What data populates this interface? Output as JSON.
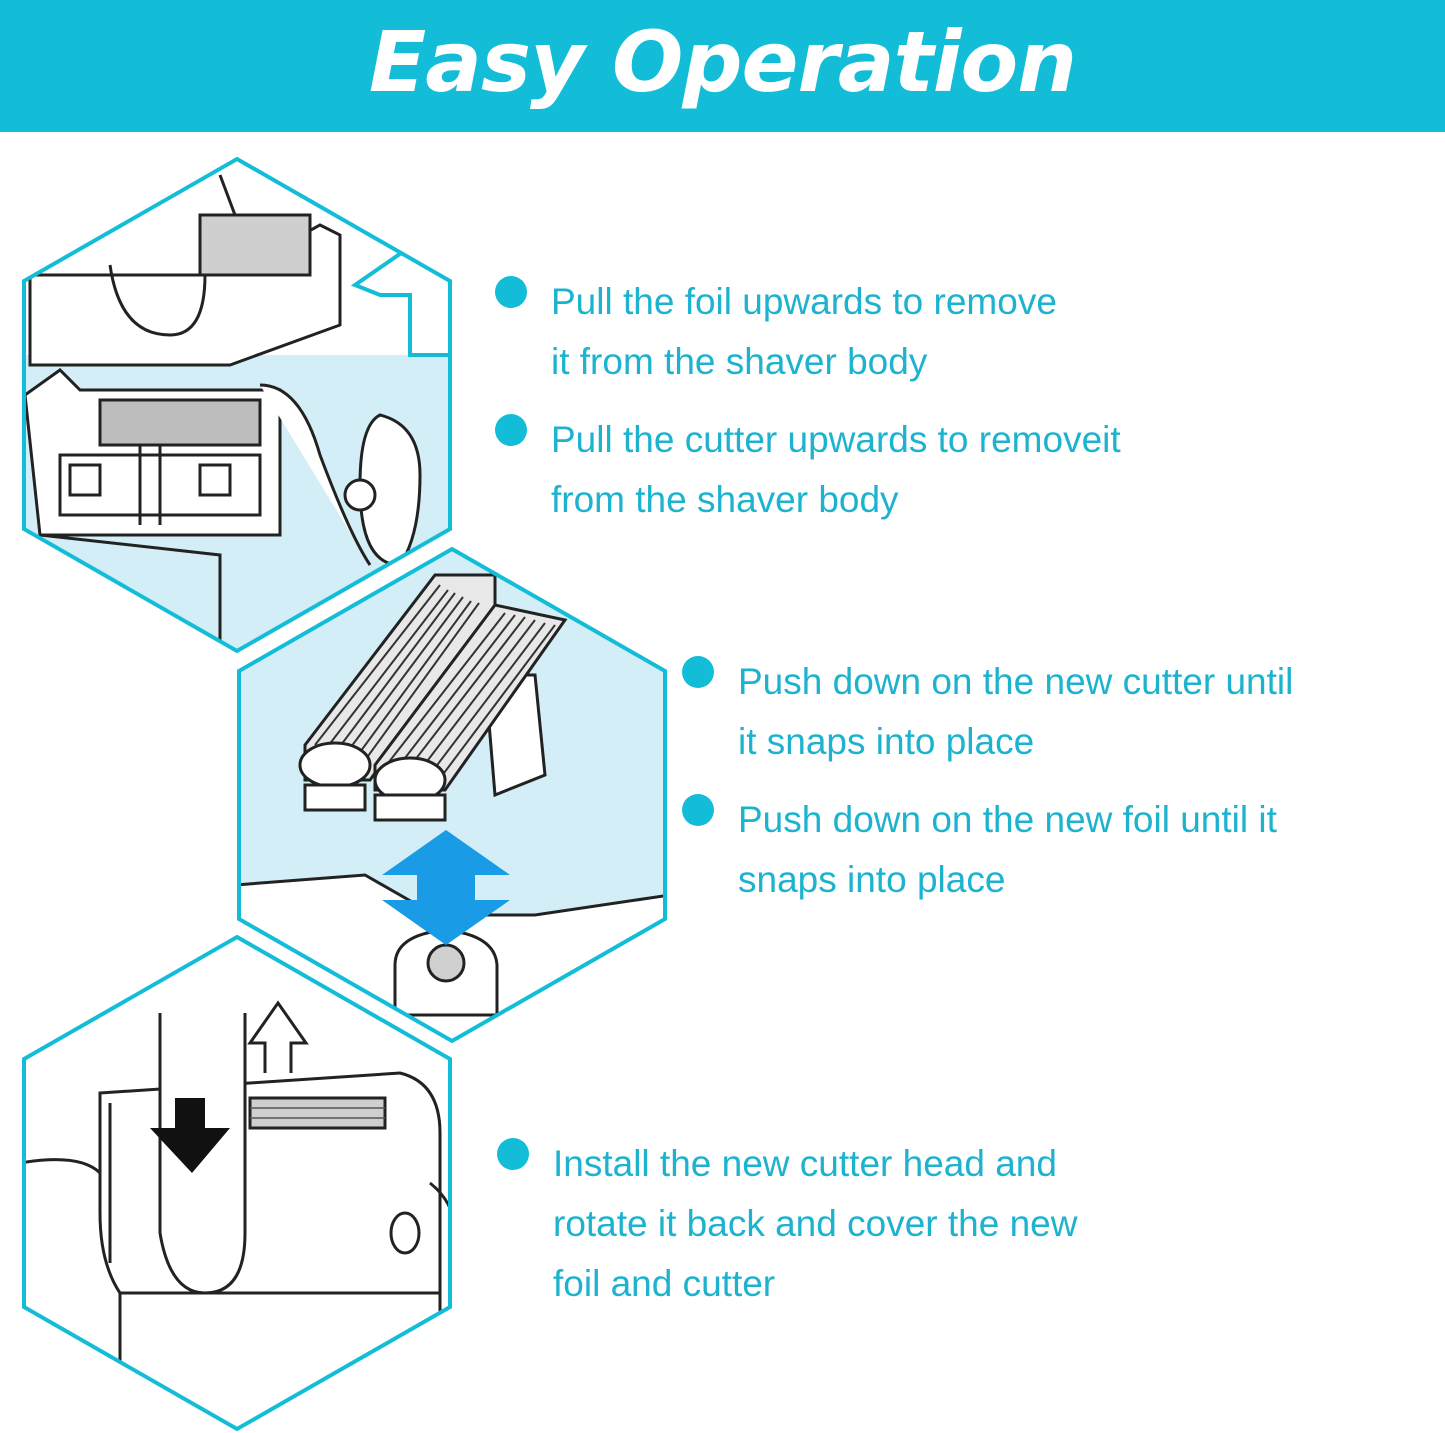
{
  "header": {
    "title": "Easy Operation",
    "color": "#13bdd8"
  },
  "steps": [
    {
      "group": "remove",
      "items": [
        {
          "lines": [
            "Pull the foil upwards to remove",
            "it from the shaver body"
          ]
        },
        {
          "lines": [
            "Pull the cutter upwards to removeit",
            "from the shaver body"
          ]
        }
      ]
    },
    {
      "group": "insert",
      "items": [
        {
          "lines": [
            "Push down on the new cutter until",
            "it snaps into place"
          ]
        },
        {
          "lines": [
            "Push down on the new foil until it",
            "snaps into place"
          ]
        }
      ]
    },
    {
      "group": "install",
      "items": [
        {
          "lines": [
            "Install the new cutter head and",
            "rotate it back and cover the new",
            "foil and cutter"
          ]
        }
      ]
    }
  ],
  "colors": {
    "accent": "#13bdd8",
    "text": "#1db3cf",
    "illustration_fill": "#d3eef6",
    "arrow": "#1a9be6"
  },
  "icons": [
    "foil-removal-illustration",
    "cutter-insertion-illustration",
    "head-installation-illustration"
  ]
}
